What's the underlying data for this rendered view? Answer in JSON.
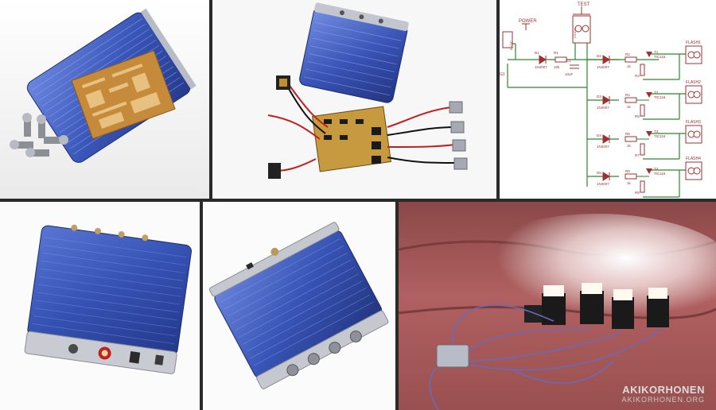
{
  "collage": {
    "panels": [
      {
        "name": "photo-enclosure-with-pcb",
        "subject": "blue aluminium enclosure with etched circuit board and connectors"
      },
      {
        "name": "photo-assembled-circuit",
        "subject": "assembled circuit board with wiring and jacks"
      },
      {
        "name": "schematic",
        "subject": "flash trigger schematic"
      },
      {
        "name": "photo-enclosure-front",
        "subject": "closed enclosure, front panel"
      },
      {
        "name": "photo-enclosure-back",
        "subject": "closed enclosure, output jacks"
      },
      {
        "name": "photo-flashes-on-sofa",
        "subject": "four flashes firing on a red sofa"
      }
    ]
  },
  "schematic": {
    "power_label": "POWER",
    "test_label": "TEST",
    "g1_label": "G1",
    "battery_label": "9V DC",
    "d1": {
      "ref": "D1",
      "part": "1N4007"
    },
    "r1": {
      "ref": "R1",
      "value": "10k"
    },
    "c1": {
      "ref": "C1",
      "value": "10uF"
    },
    "test_connector": "CINCH",
    "channels": [
      {
        "diode_ref": "D2",
        "diode_part": "1N4007",
        "r_ref": "R2",
        "r_value": "1k",
        "thyristor_ref": "T1",
        "thyristor_part": "TIC116",
        "r2_ref": "R3",
        "output": "FLASH1"
      },
      {
        "diode_ref": "D3",
        "diode_part": "1N4007",
        "r_ref": "R4",
        "r_value": "1k",
        "thyristor_ref": "T2",
        "thyristor_part": "TIC116",
        "r2_ref": "R5",
        "output": "FLASH2"
      },
      {
        "diode_ref": "D4",
        "diode_part": "1N4007",
        "r_ref": "R6",
        "r_value": "1k",
        "thyristor_ref": "T3",
        "thyristor_part": "TIC116",
        "r2_ref": "R7",
        "output": "FLASH3"
      },
      {
        "diode_ref": "D5",
        "diode_part": "1N4007",
        "r_ref": "R8",
        "r_value": "1k",
        "thyristor_ref": "T4",
        "thyristor_part": "TIC116",
        "r2_ref": "R9",
        "output": "FLASH4"
      }
    ]
  },
  "watermark": {
    "main": "AKIKORHONEN",
    "sub": "AKIKORHONEN.ORG"
  },
  "colors": {
    "enclosure_blue": "#3a56b8",
    "sofa_red": "#b05858",
    "schematic_wire": "#2a8a2a",
    "schematic_part": "#b03030",
    "pcb_copper": "#c58a3a"
  }
}
